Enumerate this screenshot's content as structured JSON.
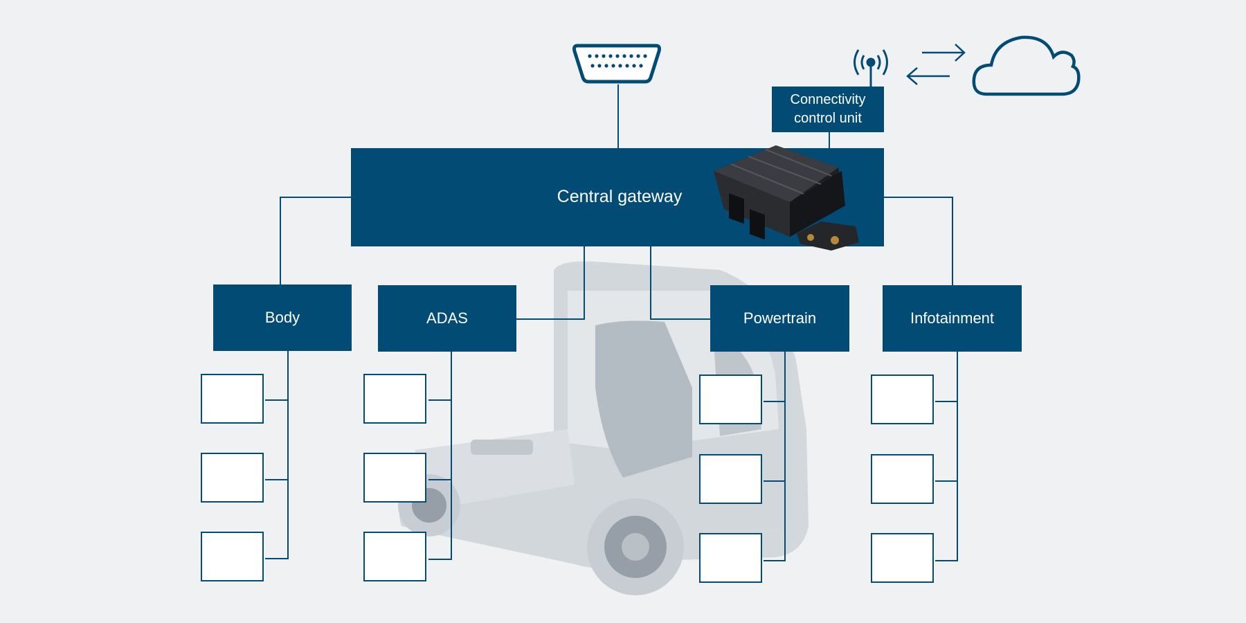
{
  "diagram": {
    "central_gateway": "Central gateway",
    "connectivity_unit": {
      "line1": "Connectivity",
      "line2": "control unit"
    },
    "domains": [
      {
        "label": "Body"
      },
      {
        "label": "ADAS"
      },
      {
        "label": "Powertrain"
      },
      {
        "label": "Infotainment"
      }
    ],
    "ecus_per_domain": 3,
    "colors": {
      "primary": "#024b75",
      "background": "#eff1f3",
      "ecu_fill": "#ffffff"
    },
    "icons": [
      "diagnostic-port-icon",
      "antenna-icon",
      "data-exchange-arrows-icon",
      "cloud-icon",
      "gateway-hardware-image",
      "truck-image"
    ]
  }
}
